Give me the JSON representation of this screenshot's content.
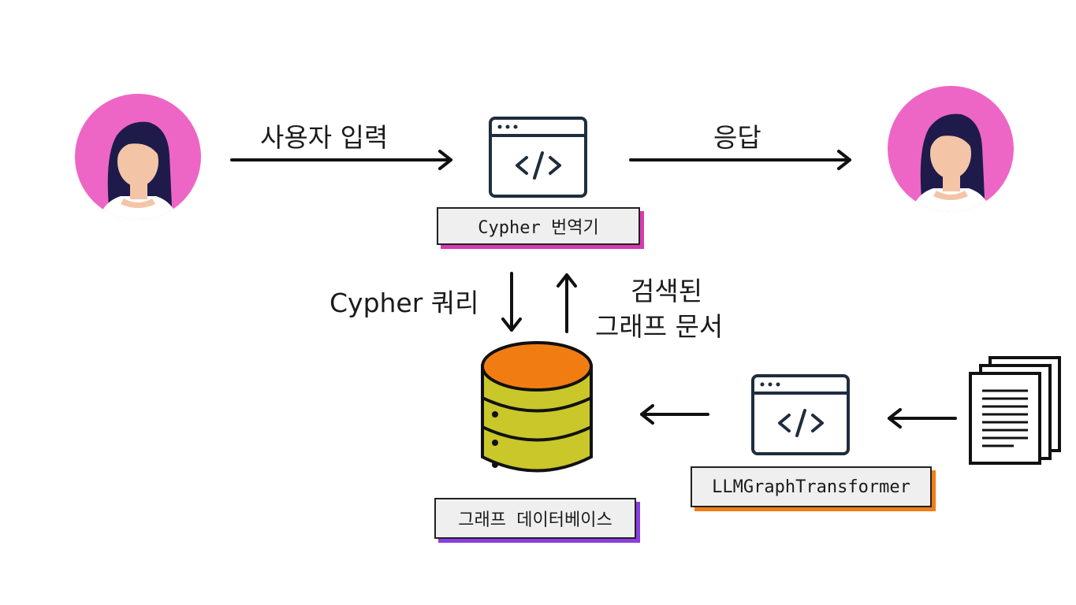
{
  "labels": {
    "user_input": "사용자 입력",
    "response": "응답",
    "cypher_query": "Cypher 쿼리",
    "retrieved_line1": "검색된",
    "retrieved_line2": "그래프 문서"
  },
  "tags": {
    "translator": "Cypher 번역기",
    "graph_db": "그래프 데이터베이스",
    "transformer": "LLMGraphTransformer"
  },
  "icons": {
    "user_left": "user-avatar-icon",
    "user_right": "user-avatar-icon",
    "translator": "code-window-icon",
    "transformer": "code-window-icon",
    "database": "database-icon",
    "documents": "documents-stack-icon"
  },
  "colors": {
    "avatar_bg": "#ee66c5",
    "skin": "#f4c4a6",
    "hair": "#1e1b4b",
    "db_top": "#f17d12",
    "db_body": "#c9c72a",
    "translator_accent": "#d63bb0",
    "db_tag_accent": "#8a3de0",
    "transformer_accent": "#f07e14"
  }
}
